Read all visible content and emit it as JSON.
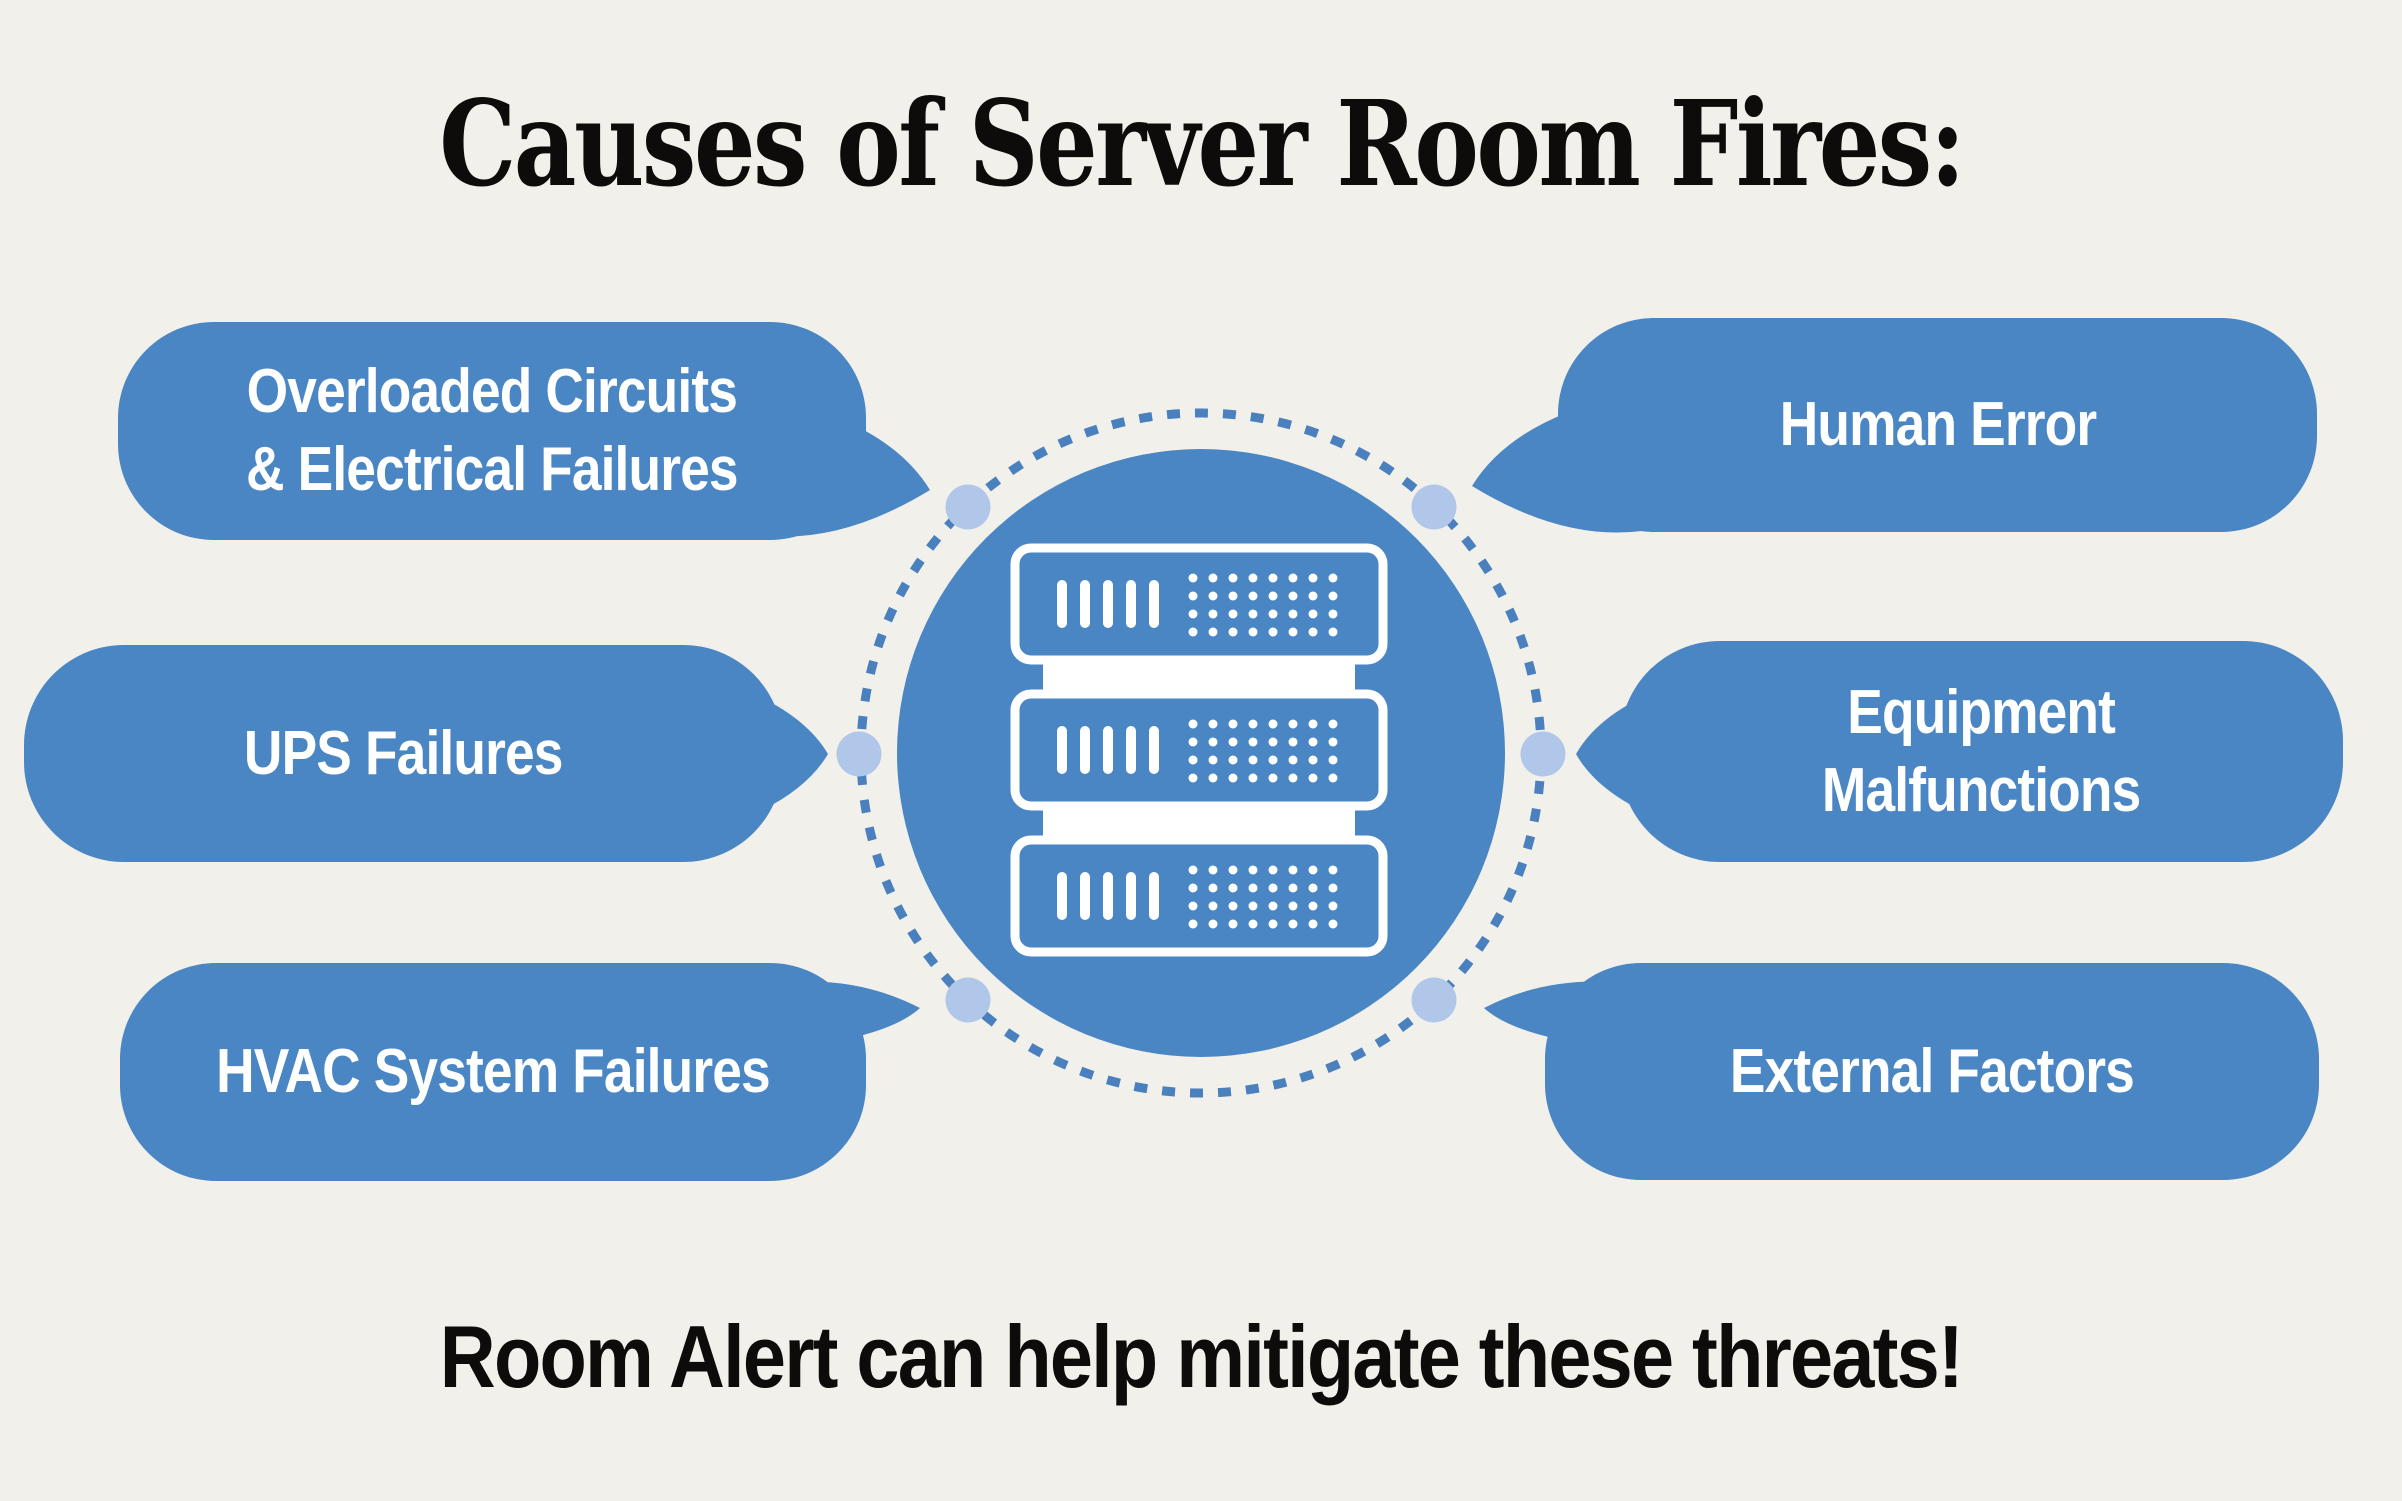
{
  "title": "Causes of Server Room Fires:",
  "footer": "Room Alert can help mitigate these threats!",
  "center": {
    "icon": "server-stack-icon",
    "description_units": 3
  },
  "bubbles": [
    {
      "id": "overloaded-circuits",
      "label": "Overloaded Circuits\n& Electrical Failures",
      "side": "left-top"
    },
    {
      "id": "ups-failures",
      "label": "UPS Failures",
      "side": "left-middle"
    },
    {
      "id": "hvac-failures",
      "label": "HVAC System Failures",
      "side": "left-bottom"
    },
    {
      "id": "human-error",
      "label": "Human Error",
      "side": "right-top"
    },
    {
      "id": "equipment-malfunctions",
      "label": "Equipment\nMalfunctions",
      "side": "right-middle"
    },
    {
      "id": "external-factors",
      "label": "External Factors",
      "side": "right-bottom"
    }
  ],
  "colors": {
    "background": "#f2f0ea",
    "bubble_blue": "#4a86c4",
    "ring_dash_blue": "#4a80bd",
    "connector_dot_light_blue": "#b1c7e9",
    "icon_white": "#ffffff",
    "text_dark": "#0d0c0a",
    "text_white": "#ffffff"
  }
}
